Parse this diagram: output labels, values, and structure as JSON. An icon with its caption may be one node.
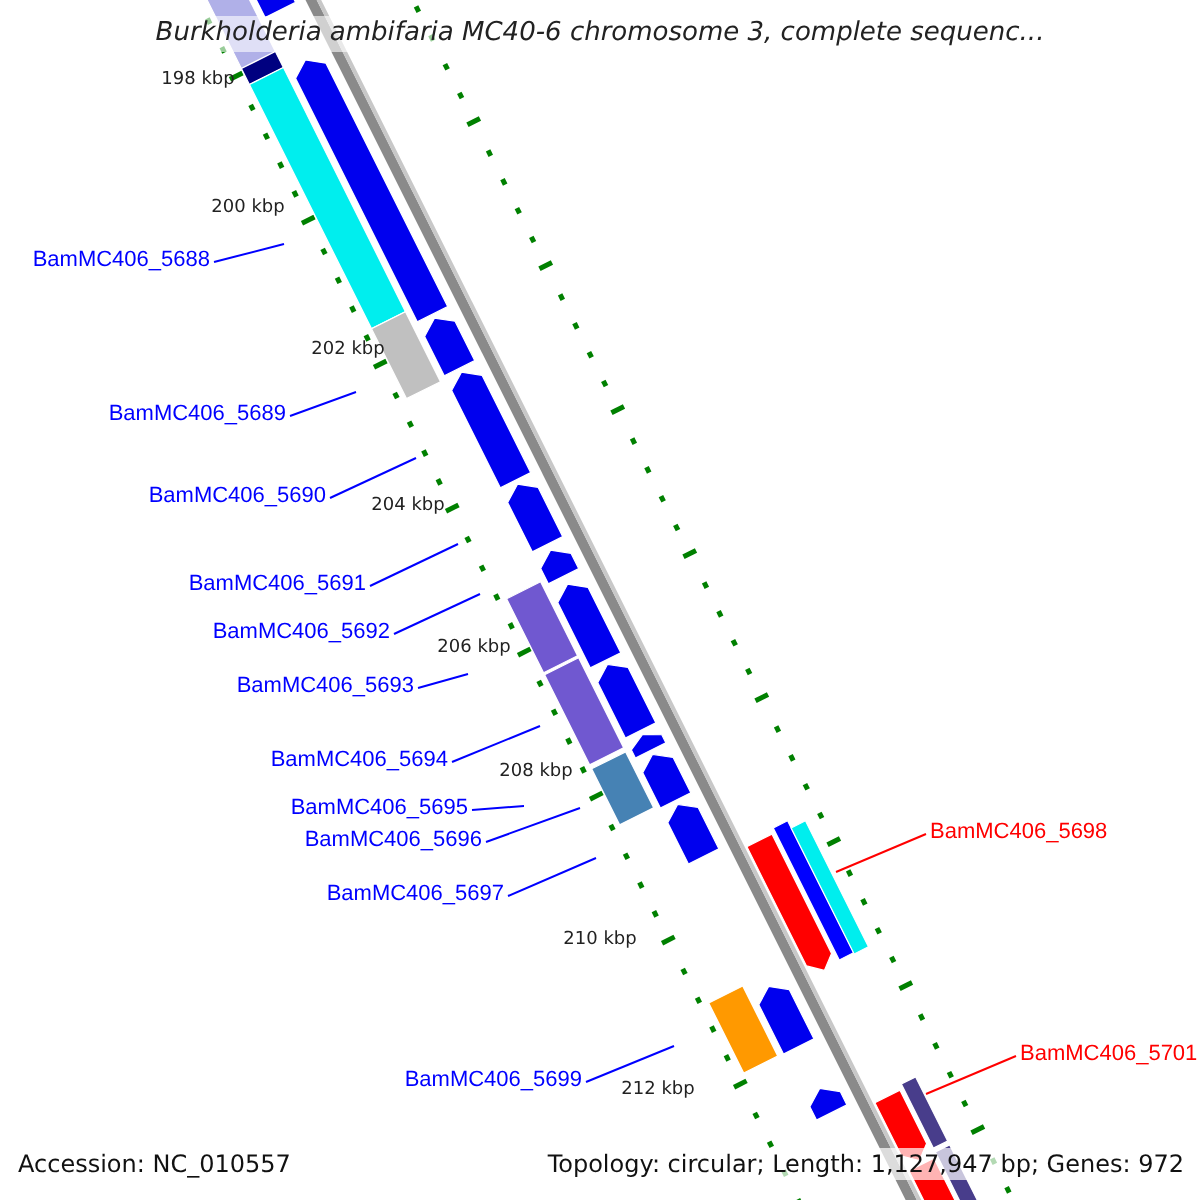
{
  "diagram": {
    "title": "Burkholderia ambifaria MC40-6 chromosome 3, complete sequenc...",
    "nodes": [
      {
        "text": [
          "BamMC406_5688"
        ]
      },
      {
        "text": [
          "BamMC406_5689"
        ]
      },
      {
        "text": [
          "BamMC406_5690"
        ]
      },
      {
        "text": [
          "BamMC406_5691"
        ]
      },
      {
        "text": [
          "BamMC406_5692"
        ]
      },
      {
        "text": [
          "BamMC406_5693"
        ]
      },
      {
        "text": [
          "BamMC406_5694"
        ]
      },
      {
        "text": [
          "BamMC406_5695"
        ]
      },
      {
        "text": [
          "BamMC406_5696"
        ]
      },
      {
        "text": [
          "BamMC406_5697"
        ]
      },
      {
        "text": [
          "BamMC406_5698"
        ]
      },
      {
        "text": [
          "BamMC406_5699"
        ]
      },
      {
        "text": [
          "BamMC406_5701"
        ]
      }
    ],
    "edges": [
      {
        "from": 0,
        "to": null,
        "arrow": "none"
      },
      {
        "from": 1,
        "to": null,
        "arrow": "none"
      },
      {
        "from": 2,
        "to": null,
        "arrow": "none"
      },
      {
        "from": 3,
        "to": null,
        "arrow": "none"
      },
      {
        "from": 4,
        "to": null,
        "arrow": "none"
      },
      {
        "from": 5,
        "to": null,
        "arrow": "none"
      },
      {
        "from": 6,
        "to": null,
        "arrow": "none"
      },
      {
        "from": 7,
        "to": null,
        "arrow": "none"
      },
      {
        "from": 8,
        "to": null,
        "arrow": "none"
      },
      {
        "from": 9,
        "to": null,
        "arrow": "none"
      },
      {
        "from": 10,
        "to": null,
        "arrow": "none",
        "color": "#ff0000"
      },
      {
        "from": 11,
        "to": null,
        "arrow": "none"
      },
      {
        "from": 12,
        "to": null,
        "arrow": "none",
        "color": "#ff0000"
      }
    ],
    "labels": [
      "198 kbp",
      "200 kbp",
      "202 kbp",
      "204 kbp",
      "206 kbp",
      "208 kbp",
      "210 kbp",
      "212 kbp",
      "Accession: NC_010557",
      "Topology: circular; Length: 1,127,947 bp; Genes: 972"
    ]
  }
}
